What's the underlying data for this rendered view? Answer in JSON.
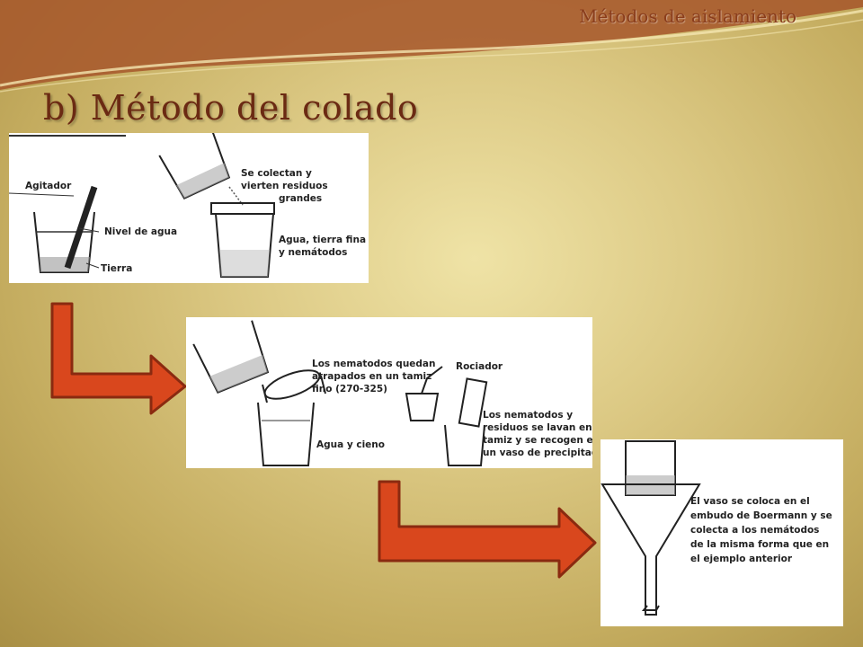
{
  "header": {
    "section_title": "Métodos de aislamiento"
  },
  "slide": {
    "title": "b) Método del colado"
  },
  "panel1": {
    "agitador": "Agitador",
    "nivel": "Nivel de agua",
    "tierra": "Tierra",
    "colectan_1": "Se colectan y",
    "colectan_2": "vierten residuos",
    "colectan_3": "grandes",
    "agua_1": "Agua, tierra fina",
    "agua_2": "y nemátodos"
  },
  "panel2": {
    "quedan_1": "Los nematodos quedan",
    "quedan_2": "atrapados en un tamiz",
    "quedan_3": "fino (270-325)",
    "rociador": "Rociador",
    "cieno": "Agua y cieno",
    "lavan_1": "Los nematodos y",
    "lavan_2": "residuos se lavan en el",
    "lavan_3": "tamiz y se recogen en",
    "lavan_4": "un vaso de precipitado"
  },
  "panel3": {
    "l1": "El vaso se coloca en el",
    "l2": "embudo de Boermann y se",
    "l3": "colecta a los nemátodos",
    "l4": "de la misma forma que en",
    "l5": "el ejemplo anterior"
  },
  "colors": {
    "arrow": "#d9471d",
    "arrow_outline": "#8a2a10",
    "title": "#6b2a13"
  }
}
